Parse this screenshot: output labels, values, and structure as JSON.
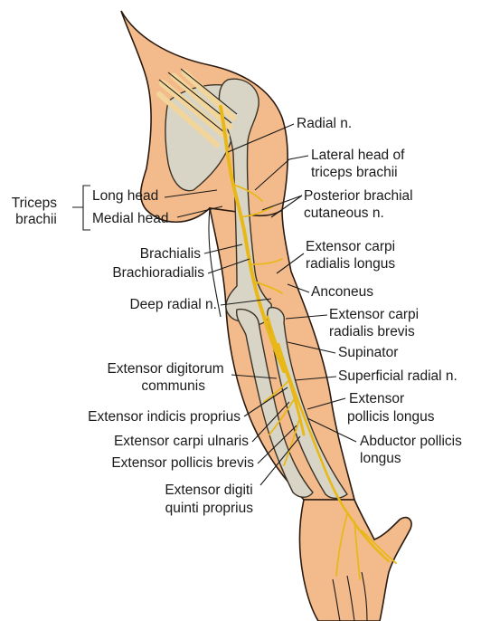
{
  "colors": {
    "skin": "#f3bb8c",
    "skin_shadow": "#e9a874",
    "bone": "#d8d5c6",
    "nerve": "#e8b81a",
    "tendon": "#f2d59a",
    "text": "#1a1a1a"
  },
  "group": {
    "name_line1": "Triceps",
    "name_line2": "brachii",
    "heads": [
      "Long head",
      "Medial head"
    ]
  },
  "labels_right": [
    {
      "id": "radial-n",
      "lines": [
        "Radial n."
      ]
    },
    {
      "id": "lateral-head",
      "lines": [
        "Lateral head of",
        "triceps brachii"
      ]
    },
    {
      "id": "posterior-brachial",
      "lines": [
        "Posterior brachial",
        "cutaneous n."
      ]
    },
    {
      "id": "ecr-longus",
      "lines": [
        "Extensor carpi",
        "radialis longus"
      ]
    },
    {
      "id": "anconeus",
      "lines": [
        "Anconeus"
      ]
    },
    {
      "id": "ecr-brevis",
      "lines": [
        "Extensor carpi",
        "radialis brevis"
      ]
    },
    {
      "id": "supinator",
      "lines": [
        "Supinator"
      ]
    },
    {
      "id": "superficial-radial",
      "lines": [
        "Superficial radial n."
      ]
    },
    {
      "id": "epl",
      "lines": [
        "Extensor",
        "pollicis longus"
      ]
    },
    {
      "id": "apl",
      "lines": [
        "Abductor pollicis",
        "longus"
      ]
    }
  ],
  "labels_left": [
    {
      "id": "brachialis",
      "lines": [
        "Brachialis"
      ]
    },
    {
      "id": "brachioradialis",
      "lines": [
        "Brachioradialis"
      ]
    },
    {
      "id": "deep-radial",
      "lines": [
        "Deep radial n."
      ]
    },
    {
      "id": "edc",
      "lines": [
        "Extensor digitorum",
        "communis"
      ]
    },
    {
      "id": "eip",
      "lines": [
        "Extensor indicis proprius"
      ]
    },
    {
      "id": "ecu",
      "lines": [
        "Extensor carpi ulnaris"
      ]
    },
    {
      "id": "epb",
      "lines": [
        "Extensor pollicis brevis"
      ]
    },
    {
      "id": "edqp",
      "lines": [
        "Extensor digiti",
        "quinti proprius"
      ]
    }
  ]
}
